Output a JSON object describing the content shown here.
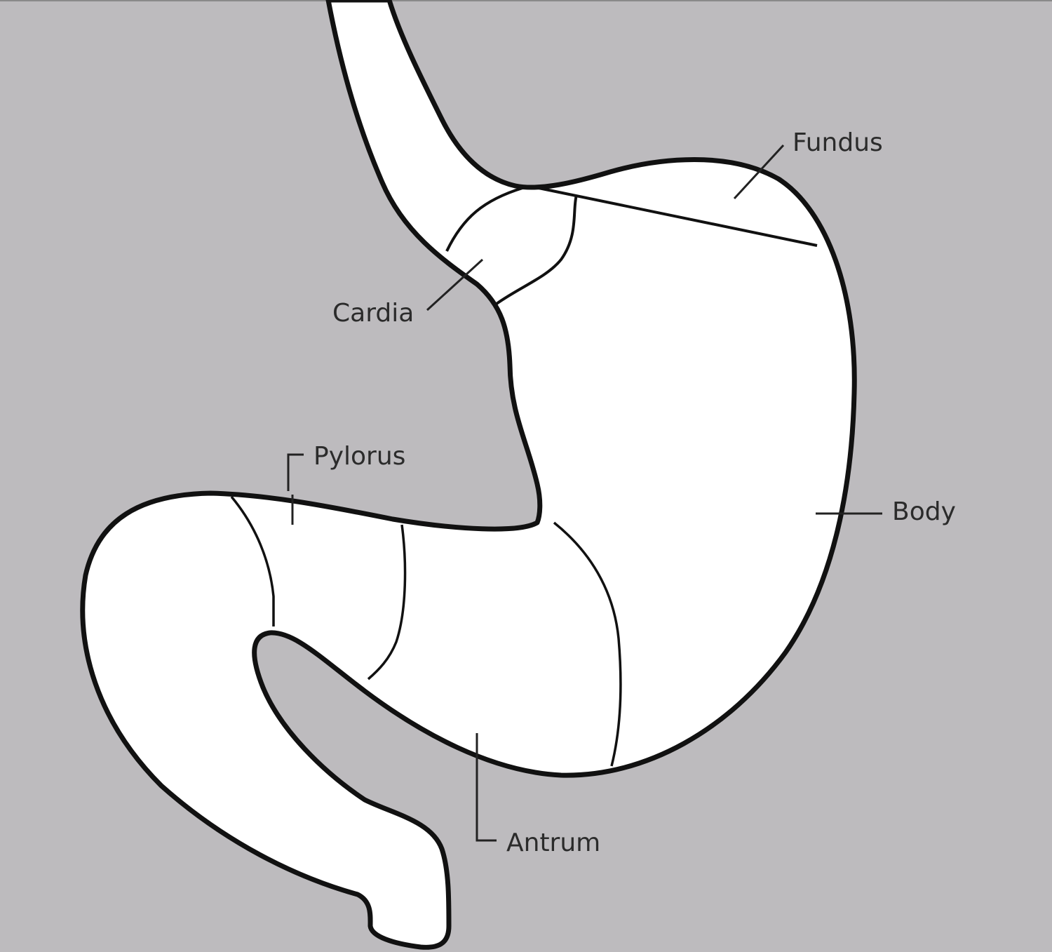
{
  "diagram": {
    "labels": {
      "fundus": "Fundus",
      "cardia": "Cardia",
      "pylorus": "Pylorus",
      "body": "Body",
      "antrum": "Antrum"
    },
    "colors": {
      "background": "#bdbbbe",
      "organ_fill": "#ffffff",
      "outline": "#111111"
    }
  }
}
